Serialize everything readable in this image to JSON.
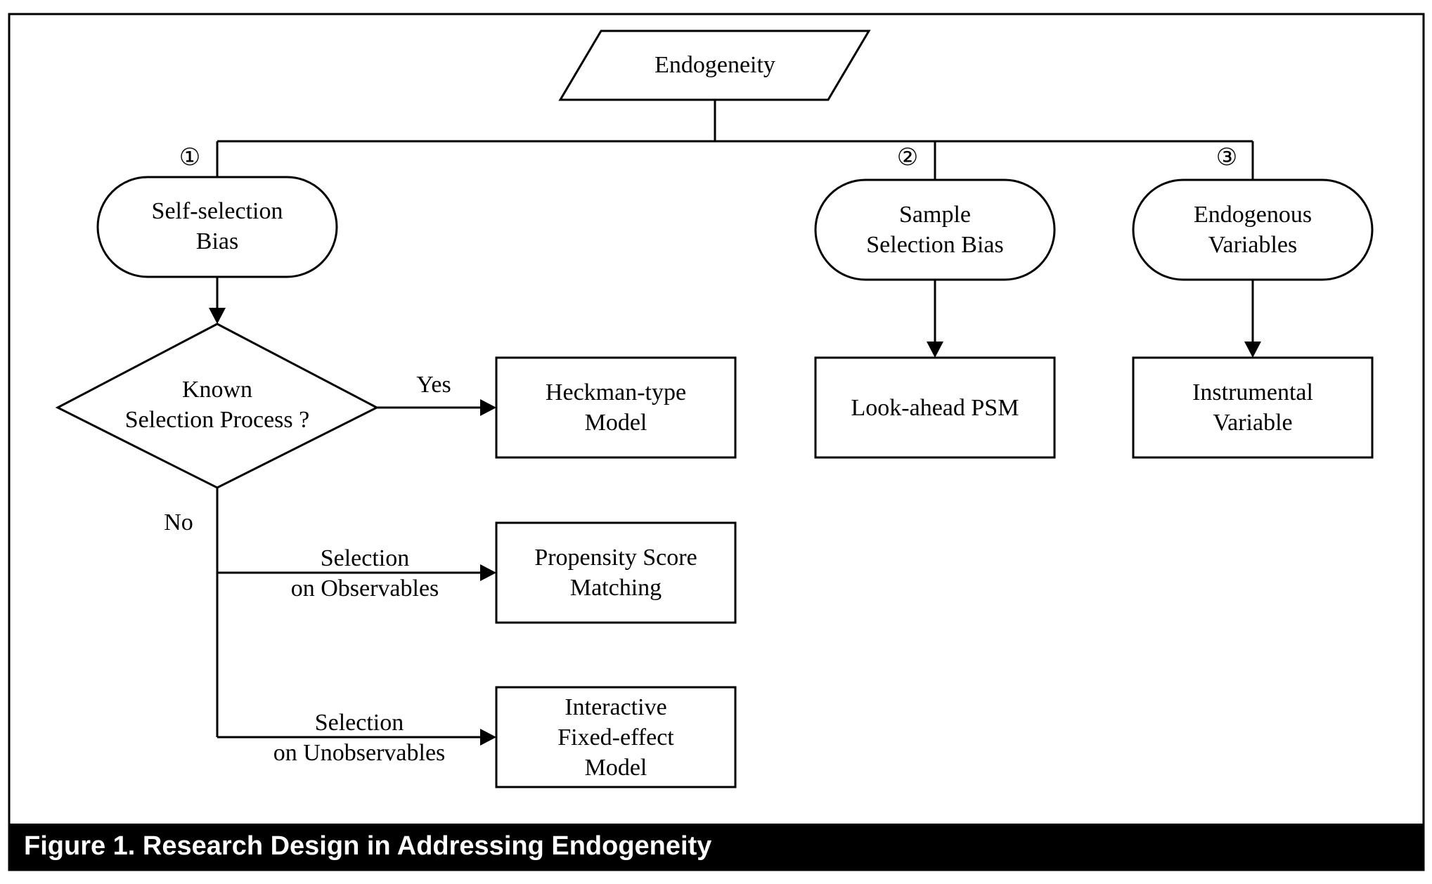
{
  "caption": "Figure 1. Research Design in Addressing Endogeneity",
  "nodes": {
    "root": "Endogeneity",
    "self_selection": [
      "Self-selection",
      "Bias"
    ],
    "sample_selection": [
      "Sample",
      "Selection Bias"
    ],
    "endogenous_vars": [
      "Endogenous",
      "Variables"
    ],
    "known_process": [
      "Known",
      "Selection Process ?"
    ],
    "heckman": [
      "Heckman-type",
      "Model"
    ],
    "look_ahead_psm": [
      "Look-ahead PSM"
    ],
    "instrumental": [
      "Instrumental",
      "Variable"
    ],
    "psm": [
      "Propensity Score",
      "Matching"
    ],
    "ife": [
      "Interactive",
      "Fixed-effect",
      "Model"
    ]
  },
  "markers": {
    "m1": "①",
    "m2": "②",
    "m3": "③"
  },
  "edge_labels": {
    "yes": "Yes",
    "no": "No",
    "observables": [
      "Selection",
      "on Observables"
    ],
    "unobservables": [
      "Selection",
      "on Unobservables"
    ]
  }
}
